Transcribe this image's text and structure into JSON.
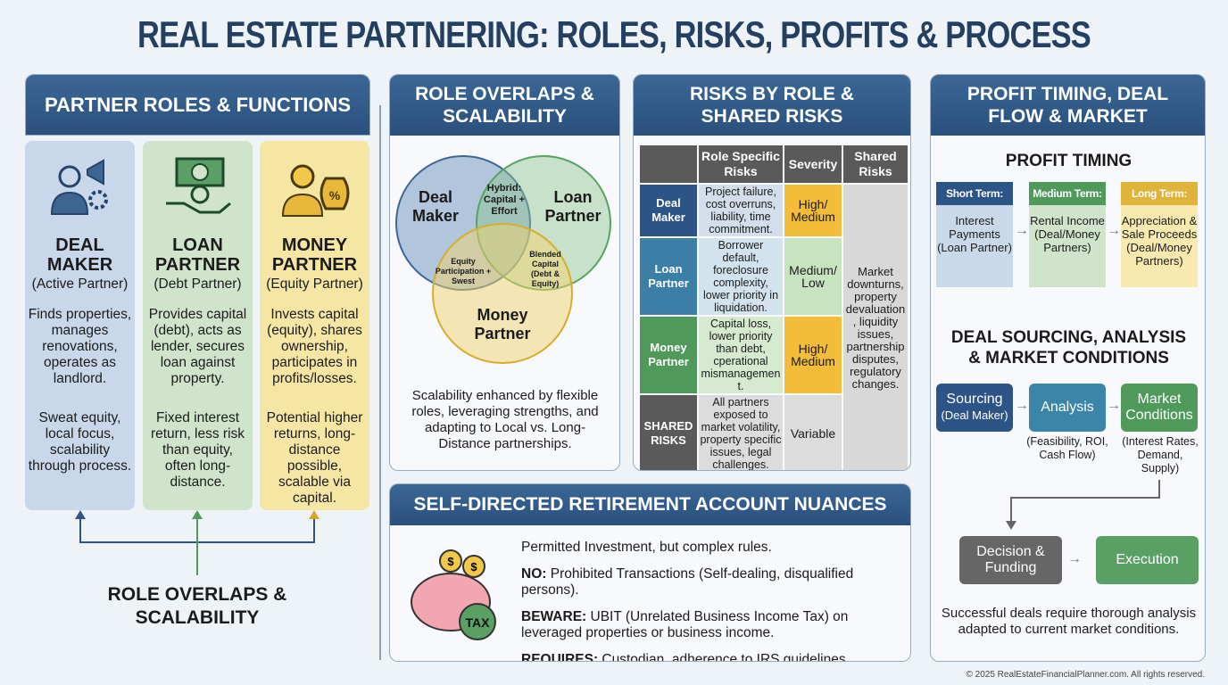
{
  "title": "REAL ESTATE PARTNERING: ROLES, RISKS, PROFITS & PROCESS",
  "roles": {
    "header": "PARTNER ROLES & FUNCTIONS",
    "columns": [
      {
        "title1": "DEAL",
        "title2": "MAKER",
        "subtitle": "(Active Partner)",
        "desc": "Finds properties, manages renovations, operates as landlord.",
        "note": "Sweat equity, local focus, scalability through process.",
        "icon": "deal-maker-megaphone-gear-icon",
        "color": "#c8d8ea"
      },
      {
        "title1": "LOAN",
        "title2": "PARTNER",
        "subtitle": "(Debt Partner)",
        "desc": "Provides capital (debt), acts as lender, secures loan against property.",
        "note": "Fixed interest return, less risk than equity, often long-distance.",
        "icon": "hand-money-icon",
        "color": "#cfe4cb"
      },
      {
        "title1": "MONEY",
        "title2": "PARTNER",
        "subtitle": "(Equity Partner)",
        "desc": "Invests capital (equity), shares ownership, participates in profits/losses.",
        "note": "Potential higher returns, long-distance possible, scalable via capital.",
        "icon": "investor-money-bag-icon",
        "color": "#f6e6a4"
      }
    ],
    "footer": "ROLE OVERLAPS & SCALABILITY"
  },
  "overlaps": {
    "header": "ROLE OVERLAPS & SCALABILITY",
    "venn": {
      "a": "Deal Maker",
      "b": "Loan Partner",
      "c": "Money Partner",
      "ab": "Hybrid: Capital + Effort",
      "ac": "Equity Participation + Swest",
      "bc": "Blended Capital (Debt & Equity)"
    },
    "text": "Scalability enhanced by flexible roles, leveraging strengths, and adapting to Local vs. Long-Distance partnerships."
  },
  "risks": {
    "header": "RISKS BY ROLE & SHARED RISKS",
    "columns": [
      "Role Specific Risks",
      "Severity",
      "Shared Risks"
    ],
    "rows": [
      {
        "role": "Deal Maker",
        "risk": "Project failure, cost overruns, liability, time commitment.",
        "severity": "High/ Medium"
      },
      {
        "role": "Loan Partner",
        "risk": "Borrower default, foreclosure complexity, lower priority in liquidation.",
        "severity": "Medium/ Low"
      },
      {
        "role": "Money Partner",
        "risk": "Capital loss, lower priority than debt, cperational mismanagement.",
        "severity": "High/ Medium"
      },
      {
        "role": "SHARED RISKS",
        "risk": "All partners exposed to market volatility, property specific issues, legal challenges.",
        "severity": "Variable"
      }
    ],
    "shared": "Market downturns, property devaluation, liquidity issues, partnership disputes, regulatory changes."
  },
  "sdira": {
    "header": "SELF-DIRECTED RETIREMENT ACCOUNT NUANCES",
    "line1": "Permitted Investment, but complex rules.",
    "no_label": "NO:",
    "no_text": " Prohibited Transactions (Self-dealing, disqualified persons).",
    "beware_label": "BEWARE:",
    "beware_text": " UBIT (Unrelated Business Income Tax) on leveraged properties or business income.",
    "requires_label": "REQUIRES:",
    "requires_text": " Custodian, adherence to IRS guidelines.",
    "tax": "TAX"
  },
  "profit": {
    "header": "PROFIT TIMING, DEAL FLOW & MARKET",
    "timing_title": "PROFIT TIMING",
    "terms": [
      {
        "label": "Short Term:",
        "text": "Interest Payments (Loan Partner)"
      },
      {
        "label": "Medium Term:",
        "text": "Rental Income (Deal/Money Partners)"
      },
      {
        "label": "Long Term:",
        "text": "Appreciation & Sale Proceeds (Deal/Money Partners)"
      }
    ],
    "sourcing_title": "DEAL SOURCING, ANALYSIS & MARKET CONDITIONS",
    "steps": {
      "sourcing": "Sourcing",
      "sourcing_sub": "(Deal Maker)",
      "analysis": "Analysis",
      "analysis_note": "(Feasibility, ROI, Cash Flow)",
      "market": "Market Conditions",
      "market_note": "(Interest Rates, Demand, Supply)",
      "decision": "Decision & Funding",
      "execution": "Execution"
    },
    "summary": "Successful deals require thorough analysis adapted to current market conditions."
  },
  "footer": "© 2025 RealEstateFinancialPlanner.com. All rights reserved."
}
